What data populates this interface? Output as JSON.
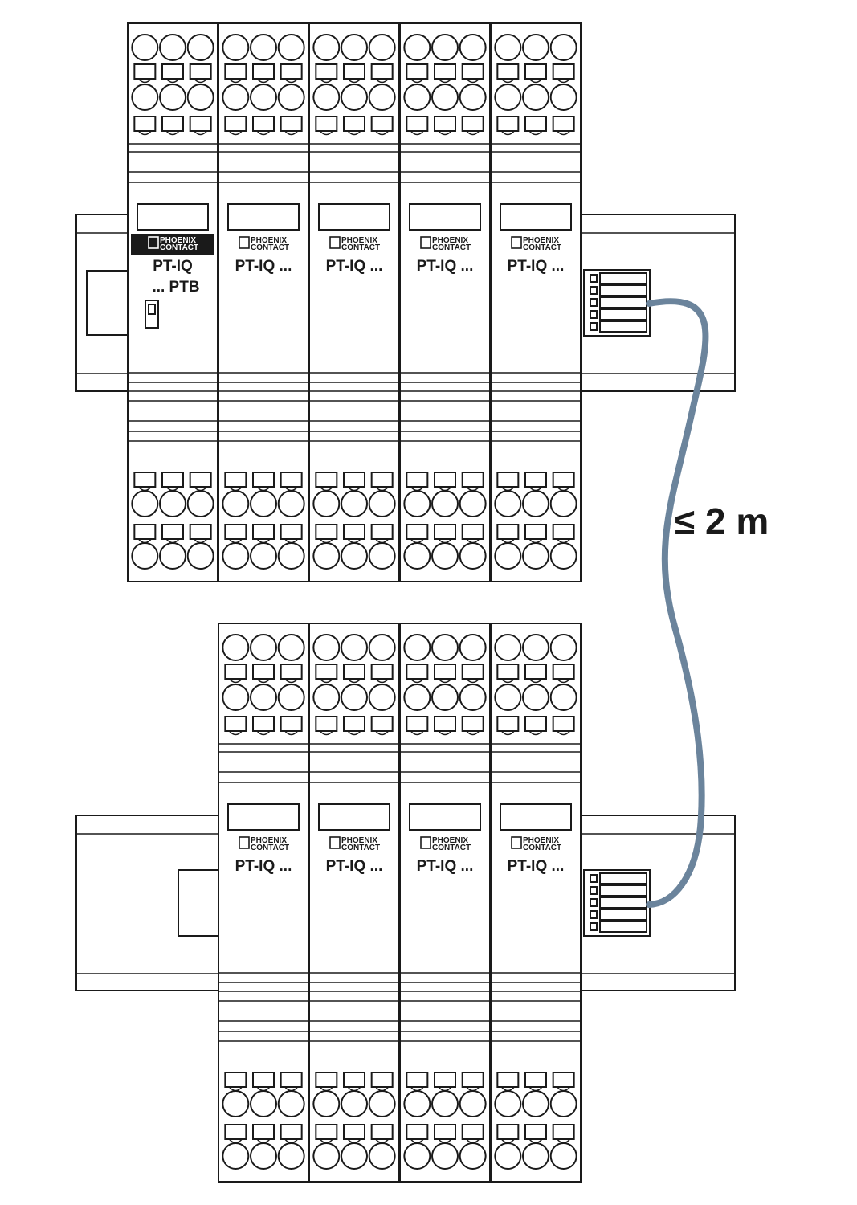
{
  "diagram": {
    "top_rail": {
      "modules": [
        {
          "brand": "PHOENIX CONTACT",
          "brand_inverted": true,
          "name_line1": "PT-IQ",
          "name_line2": "... PTB",
          "has_switch": true
        },
        {
          "brand": "PHOENIX CONTACT",
          "brand_inverted": false,
          "name_line1": "PT-IQ ...",
          "name_line2": "",
          "has_switch": false
        },
        {
          "brand": "PHOENIX CONTACT",
          "brand_inverted": false,
          "name_line1": "PT-IQ ...",
          "name_line2": "",
          "has_switch": false
        },
        {
          "brand": "PHOENIX CONTACT",
          "brand_inverted": false,
          "name_line1": "PT-IQ ...",
          "name_line2": "",
          "has_switch": false
        },
        {
          "brand": "PHOENIX CONTACT",
          "brand_inverted": false,
          "name_line1": "PT-IQ ...",
          "name_line2": "",
          "has_switch": false
        }
      ]
    },
    "bottom_rail": {
      "modules": [
        {
          "brand": "PHOENIX CONTACT",
          "brand_inverted": false,
          "name_line1": "PT-IQ ...",
          "name_line2": "",
          "has_switch": false
        },
        {
          "brand": "PHOENIX CONTACT",
          "brand_inverted": false,
          "name_line1": "PT-IQ ...",
          "name_line2": "",
          "has_switch": false
        },
        {
          "brand": "PHOENIX CONTACT",
          "brand_inverted": false,
          "name_line1": "PT-IQ ...",
          "name_line2": "",
          "has_switch": false
        },
        {
          "brand": "PHOENIX CONTACT",
          "brand_inverted": false,
          "name_line1": "PT-IQ ...",
          "name_line2": "",
          "has_switch": false
        }
      ]
    },
    "cable": {
      "color": "#6b849c",
      "label": "≤ 2 m"
    }
  }
}
